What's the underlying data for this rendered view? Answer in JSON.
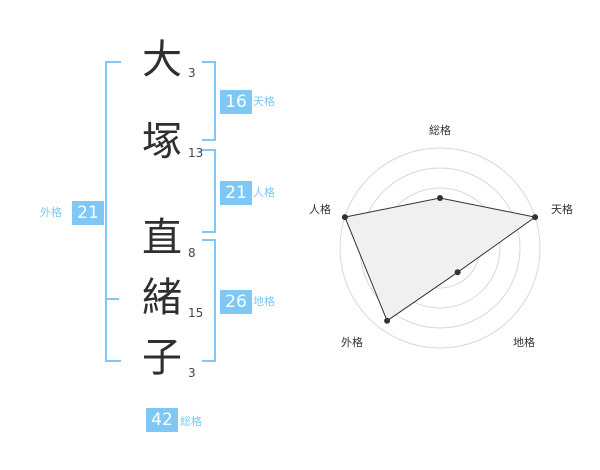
{
  "name": {
    "chars": [
      {
        "char": "大",
        "strokes": "3"
      },
      {
        "char": "塚",
        "strokes": "13"
      },
      {
        "char": "直",
        "strokes": "8"
      },
      {
        "char": "緒",
        "strokes": "15"
      },
      {
        "char": "子",
        "strokes": "3"
      }
    ]
  },
  "kaku": {
    "ten": {
      "value": "16",
      "label": "天格"
    },
    "jin": {
      "value": "21",
      "label": "人格"
    },
    "chi": {
      "value": "26",
      "label": "地格"
    },
    "gai": {
      "value": "21",
      "label": "外格"
    },
    "sou": {
      "value": "42",
      "label": "総格"
    }
  },
  "chart_data": {
    "type": "radar",
    "axes": [
      "総格",
      "天格",
      "地格",
      "外格",
      "人格"
    ],
    "values": [
      0.5,
      1.0,
      0.3,
      0.9,
      1.0
    ],
    "colors": {
      "fill": "#f0f0f0",
      "stroke": "#333333",
      "accent": "#7fc8f5"
    }
  }
}
